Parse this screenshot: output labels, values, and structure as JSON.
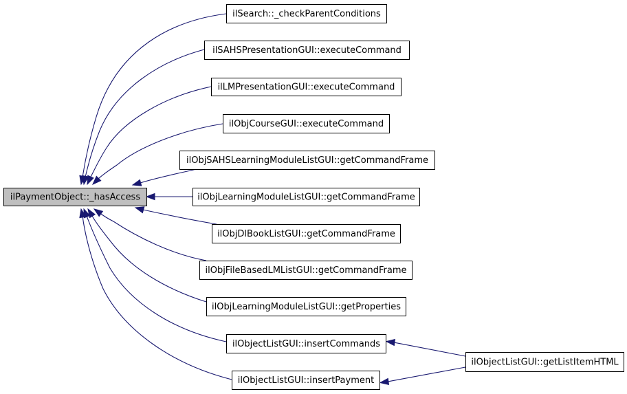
{
  "diagram": {
    "type": "call-graph",
    "edge_color": "#191970",
    "root_fill": "#bfbfbf",
    "root": {
      "id": "root",
      "label": "ilPaymentObject::_hasAccess"
    },
    "callers": [
      {
        "id": "n1",
        "label": "ilSearch::_checkParentConditions"
      },
      {
        "id": "n2",
        "label": "ilSAHSPresentationGUI::executeCommand"
      },
      {
        "id": "n3",
        "label": "ilLMPresentationGUI::executeCommand"
      },
      {
        "id": "n4",
        "label": "ilObjCourseGUI::executeCommand"
      },
      {
        "id": "n5",
        "label": "ilObjSAHSLearningModuleListGUI::getCommandFrame"
      },
      {
        "id": "n6",
        "label": "ilObjLearningModuleListGUI::getCommandFrame"
      },
      {
        "id": "n7",
        "label": "ilObjDlBookListGUI::getCommandFrame"
      },
      {
        "id": "n8",
        "label": "ilObjFileBasedLMListGUI::getCommandFrame"
      },
      {
        "id": "n9",
        "label": "ilObjLearningModuleListGUI::getProperties"
      },
      {
        "id": "n10",
        "label": "ilObjectListGUI::insertCommands"
      },
      {
        "id": "n11",
        "label": "ilObjectListGUI::insertPayment"
      },
      {
        "id": "n12",
        "label": "ilObjectListGUI::getListItemHTML"
      }
    ],
    "edges": [
      {
        "from": "n1",
        "to": "root"
      },
      {
        "from": "n2",
        "to": "root"
      },
      {
        "from": "n3",
        "to": "root"
      },
      {
        "from": "n4",
        "to": "root"
      },
      {
        "from": "n5",
        "to": "root"
      },
      {
        "from": "n6",
        "to": "root"
      },
      {
        "from": "n7",
        "to": "root"
      },
      {
        "from": "n8",
        "to": "root"
      },
      {
        "from": "n9",
        "to": "root"
      },
      {
        "from": "n10",
        "to": "root"
      },
      {
        "from": "n11",
        "to": "root"
      },
      {
        "from": "n12",
        "to": "n10"
      },
      {
        "from": "n12",
        "to": "n11"
      }
    ]
  }
}
